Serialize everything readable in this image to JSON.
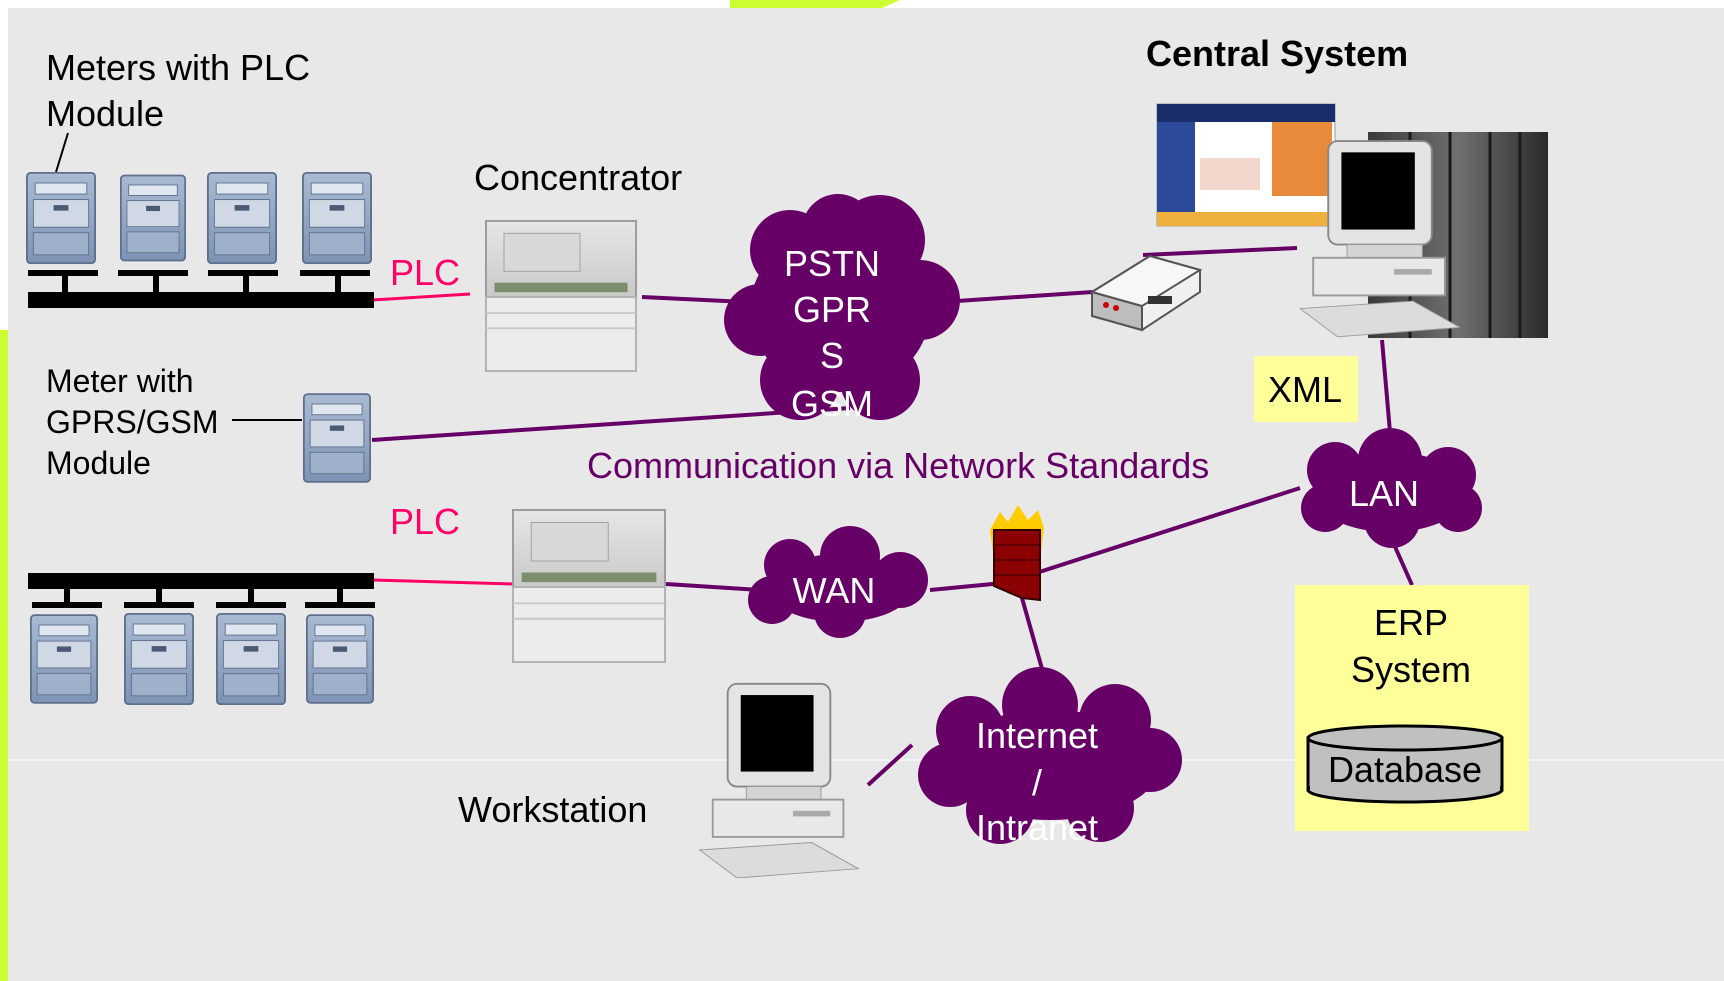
{
  "labels": {
    "meters_plc": [
      "Meters with PLC",
      "Module"
    ],
    "concentrator": "Concentrator",
    "plc_top": "PLC",
    "plc_bottom": "PLC",
    "meter_gprs": [
      "Meter with",
      "GPRS/GSM",
      "Module"
    ],
    "cloud_pstn": [
      "PSTN",
      "GPR",
      "S",
      "GSM"
    ],
    "central_system": "Central System",
    "xml": "XML",
    "lan": "LAN",
    "comm_standards": "Communication via Network Standards",
    "wan": "WAN",
    "internet": [
      "Internet",
      "/",
      "Intranet"
    ],
    "workstation": "Workstation",
    "erp": [
      "ERP",
      "System"
    ],
    "database": "Database"
  },
  "colors": {
    "background_panel": "#e8e8e8",
    "accent_green": "#ccff33",
    "network_purple": "#660066",
    "plc_pink": "#ff0066",
    "erp_yellow": "#ffff99",
    "xml_yellow": "#ffff99",
    "database_gray": "#c0c0c0",
    "meter_blue": "#8ea4c2"
  },
  "icons": {
    "meter": "electricity-meter-icon",
    "concentrator": "concentrator-device-icon",
    "modem": "modem-icon",
    "server": "server-rack-icon",
    "firewall": "firewall-icon",
    "workstation": "desktop-computer-icon",
    "database": "database-cylinder-icon"
  }
}
